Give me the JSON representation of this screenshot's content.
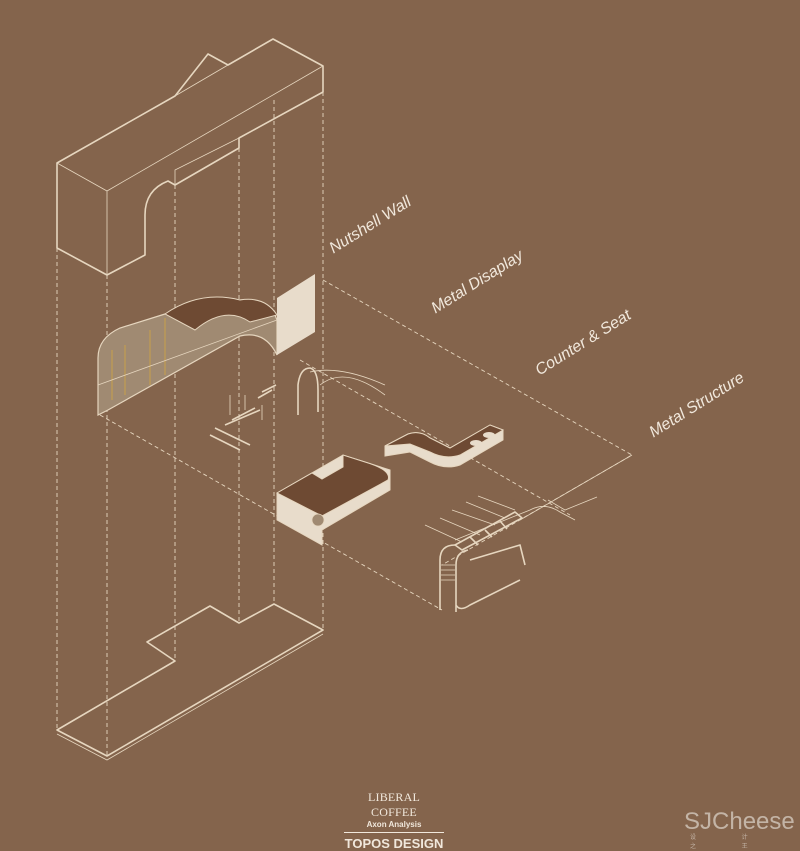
{
  "labels": {
    "nutshell_wall": "Nutshell Wall",
    "metal_display": "Metal Disaplay",
    "counter_seat": "Counter & Seat",
    "metal_structure": "Metal Structure"
  },
  "credits": {
    "project": "LIBERAL COFFEE",
    "subtitle": "Axon Analysis",
    "studio": "TOPOS DESIGN"
  },
  "watermark": {
    "brand": "SJCheese",
    "sub": "设 计 之 王"
  },
  "colors": {
    "background": "#84644c",
    "line": "#e6d6bf",
    "panel": "#e8dccb",
    "counter_top": "#6e4a33"
  }
}
